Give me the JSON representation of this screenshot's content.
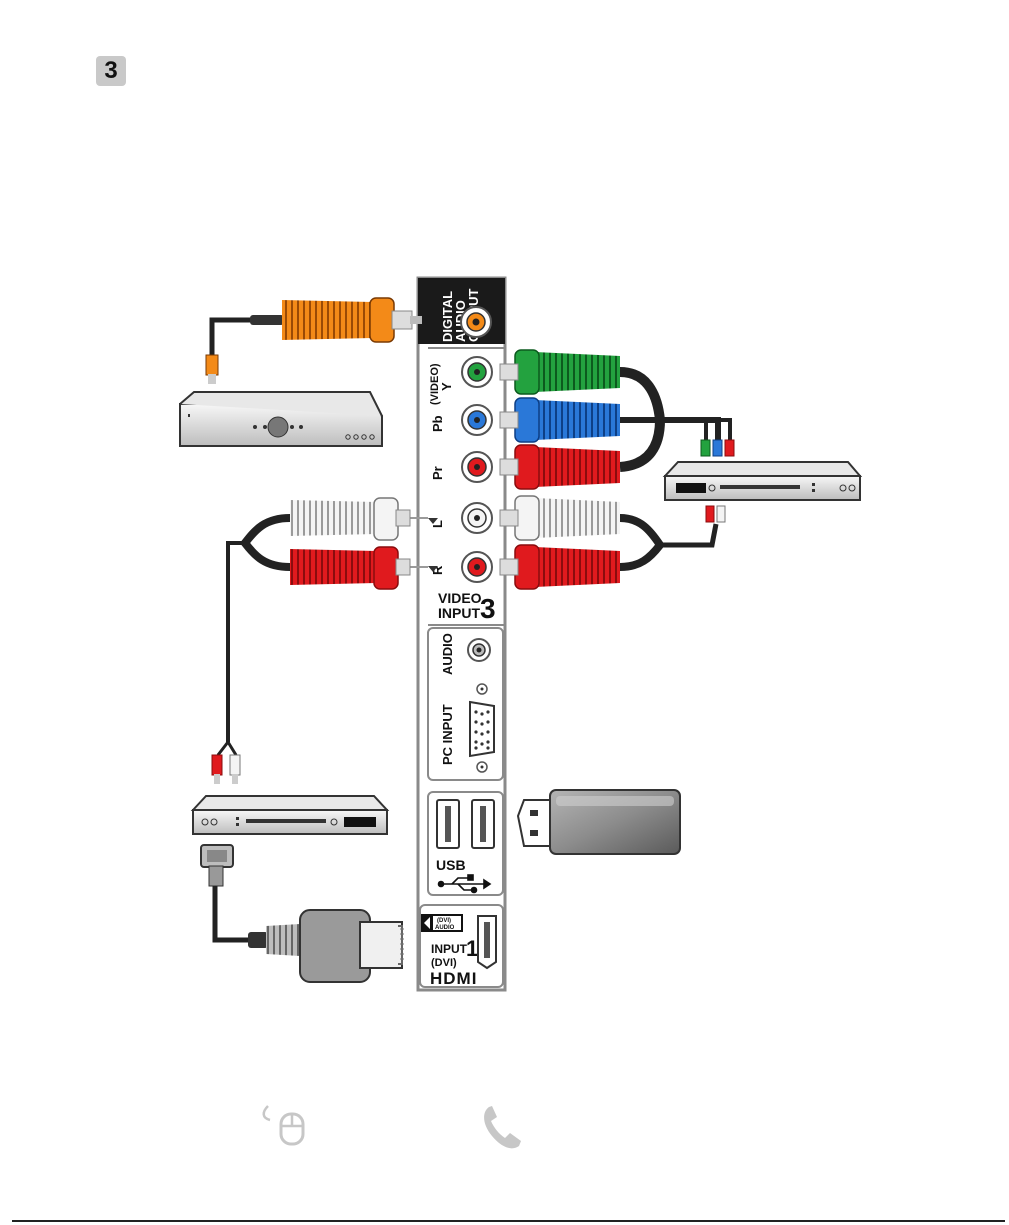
{
  "step": {
    "number": "3"
  },
  "panel": {
    "digital_audio": [
      "DIGITAL",
      "AUDIO",
      "OUTPUT"
    ],
    "component": {
      "video_note": "(VIDEO)",
      "y": "Y",
      "pb": "Pb",
      "pr": "Pr"
    },
    "audio_lr": {
      "l": "L",
      "r": "R"
    },
    "video_input": {
      "line1": "VIDEO",
      "line2": "INPUT",
      "number": "3"
    },
    "pc_audio": "AUDIO",
    "pc_input": "PC INPUT",
    "usb": "USB",
    "hdmi": {
      "dvi_audio_1": "(DVI)",
      "dvi_audio_2": "AUDIO",
      "input": "INPUT",
      "number": "1",
      "dvi": "(DVI)",
      "logo": "HDMI"
    }
  },
  "icons": [
    "mouse-icon",
    "phone-icon"
  ],
  "colors": {
    "green": "#1e9a3a",
    "blue": "#1f6fd1",
    "red": "#d7191c",
    "orange": "#f0820f",
    "white": "#f2f2f2",
    "panel": "#8a8a8a"
  }
}
